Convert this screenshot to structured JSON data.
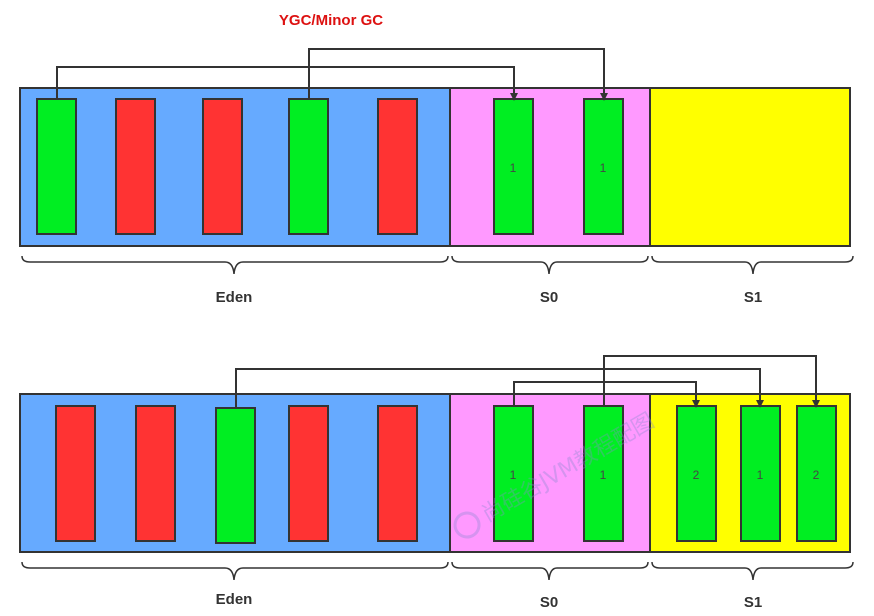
{
  "title": {
    "text": "YGC/Minor GC",
    "color": "#dd1111"
  },
  "colors": {
    "eden": "#66aaff",
    "s0": "#ff99ff",
    "s1": "#ffff00",
    "live": "#00ee22",
    "garbage": "#ff3333",
    "border": "#333333"
  },
  "watermark": "尚硅谷JVM教程配图",
  "diagrams": [
    {
      "regions": [
        {
          "label": "Eden",
          "objects": [
            {
              "state": "live",
              "age": ""
            },
            {
              "state": "garbage",
              "age": ""
            },
            {
              "state": "garbage",
              "age": ""
            },
            {
              "state": "live",
              "age": ""
            },
            {
              "state": "garbage",
              "age": ""
            }
          ]
        },
        {
          "label": "S0",
          "objects": [
            {
              "state": "live",
              "age": "1"
            },
            {
              "state": "live",
              "age": "1"
            }
          ]
        },
        {
          "label": "S1",
          "objects": []
        }
      ],
      "moves": [
        {
          "from": "Eden[1]",
          "to": "S0[1]"
        },
        {
          "from": "Eden[4]",
          "to": "S0[2]"
        }
      ]
    },
    {
      "regions": [
        {
          "label": "Eden",
          "objects": [
            {
              "state": "garbage",
              "age": ""
            },
            {
              "state": "garbage",
              "age": ""
            },
            {
              "state": "live",
              "age": ""
            },
            {
              "state": "garbage",
              "age": ""
            },
            {
              "state": "garbage",
              "age": ""
            }
          ]
        },
        {
          "label": "S0",
          "objects": [
            {
              "state": "live",
              "age": "1"
            },
            {
              "state": "live",
              "age": "1"
            }
          ]
        },
        {
          "label": "S1",
          "objects": [
            {
              "state": "live",
              "age": "2"
            },
            {
              "state": "live",
              "age": "1"
            },
            {
              "state": "live",
              "age": "2"
            }
          ]
        }
      ],
      "moves": [
        {
          "from": "S0[1]",
          "to": "S1[1]"
        },
        {
          "from": "Eden[3]",
          "to": "S1[2]"
        },
        {
          "from": "S0[2]",
          "to": "S1[3]"
        }
      ]
    }
  ]
}
